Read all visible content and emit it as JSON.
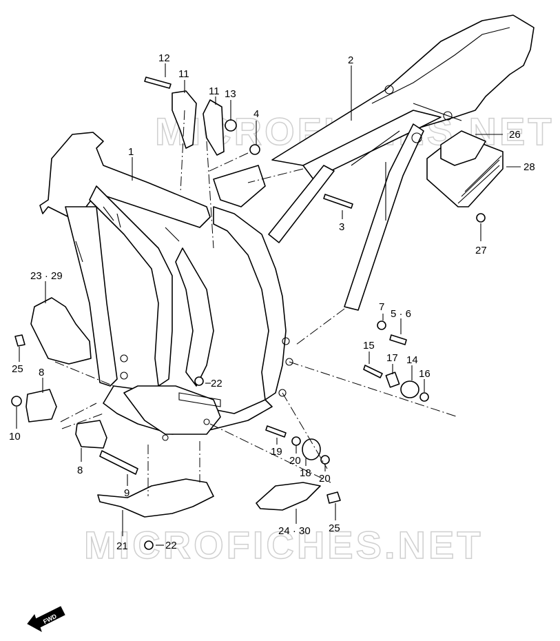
{
  "watermark": "MICROFICHES.NET",
  "fwd_label": "FWD",
  "labels": {
    "l1": "1",
    "l2": "2",
    "l3": "3",
    "l4": "4",
    "l5_6": "5 · 6",
    "l7": "7",
    "l8a": "8",
    "l8b": "8",
    "l9": "9",
    "l10": "10",
    "l11a": "11",
    "l11b": "11",
    "l12": "12",
    "l13": "13",
    "l14": "14",
    "l15": "15",
    "l16": "16",
    "l17": "17",
    "l18": "18",
    "l19": "19",
    "l20a": "20",
    "l20b": "20",
    "l21": "21",
    "l22a": "22",
    "l22b": "22",
    "l23_29": "23 · 29",
    "l24_30": "24 · 30",
    "l25a": "25",
    "l25b": "25",
    "l26": "26",
    "l27": "27",
    "l28": "28"
  }
}
